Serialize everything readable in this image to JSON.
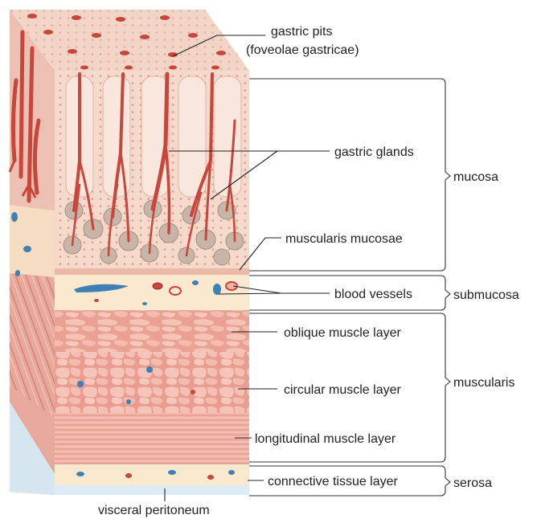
{
  "labels": {
    "gastric_pits": "gastric pits",
    "foveolae": "(foveolae gastricae)",
    "gastric_glands": "gastric glands",
    "muscularis_mucosae": "muscularis mucosae",
    "blood_vessels": "blood vessels",
    "oblique_muscle": "oblique muscle layer",
    "circular_muscle": "circular muscle layer",
    "longitudinal_muscle": "longitudinal muscle layer",
    "connective_tissue": "connective tissue layer",
    "visceral_peritoneum": "visceral peritoneum"
  },
  "layers": {
    "mucosa": "mucosa",
    "submucosa": "submucosa",
    "muscularis": "muscularis",
    "serosa": "serosa"
  },
  "colors": {
    "mucosa_face": "#f3d3c4",
    "gland_red": "#c8463c",
    "submucosa": "#fbe9cf",
    "muscle": "#f2b7ab",
    "muscle_cell": "#f7c9bf",
    "vessel_blue": "#3f7fb3",
    "side_face": "#e7a99b",
    "serosa_blue": "#dcecf6"
  }
}
